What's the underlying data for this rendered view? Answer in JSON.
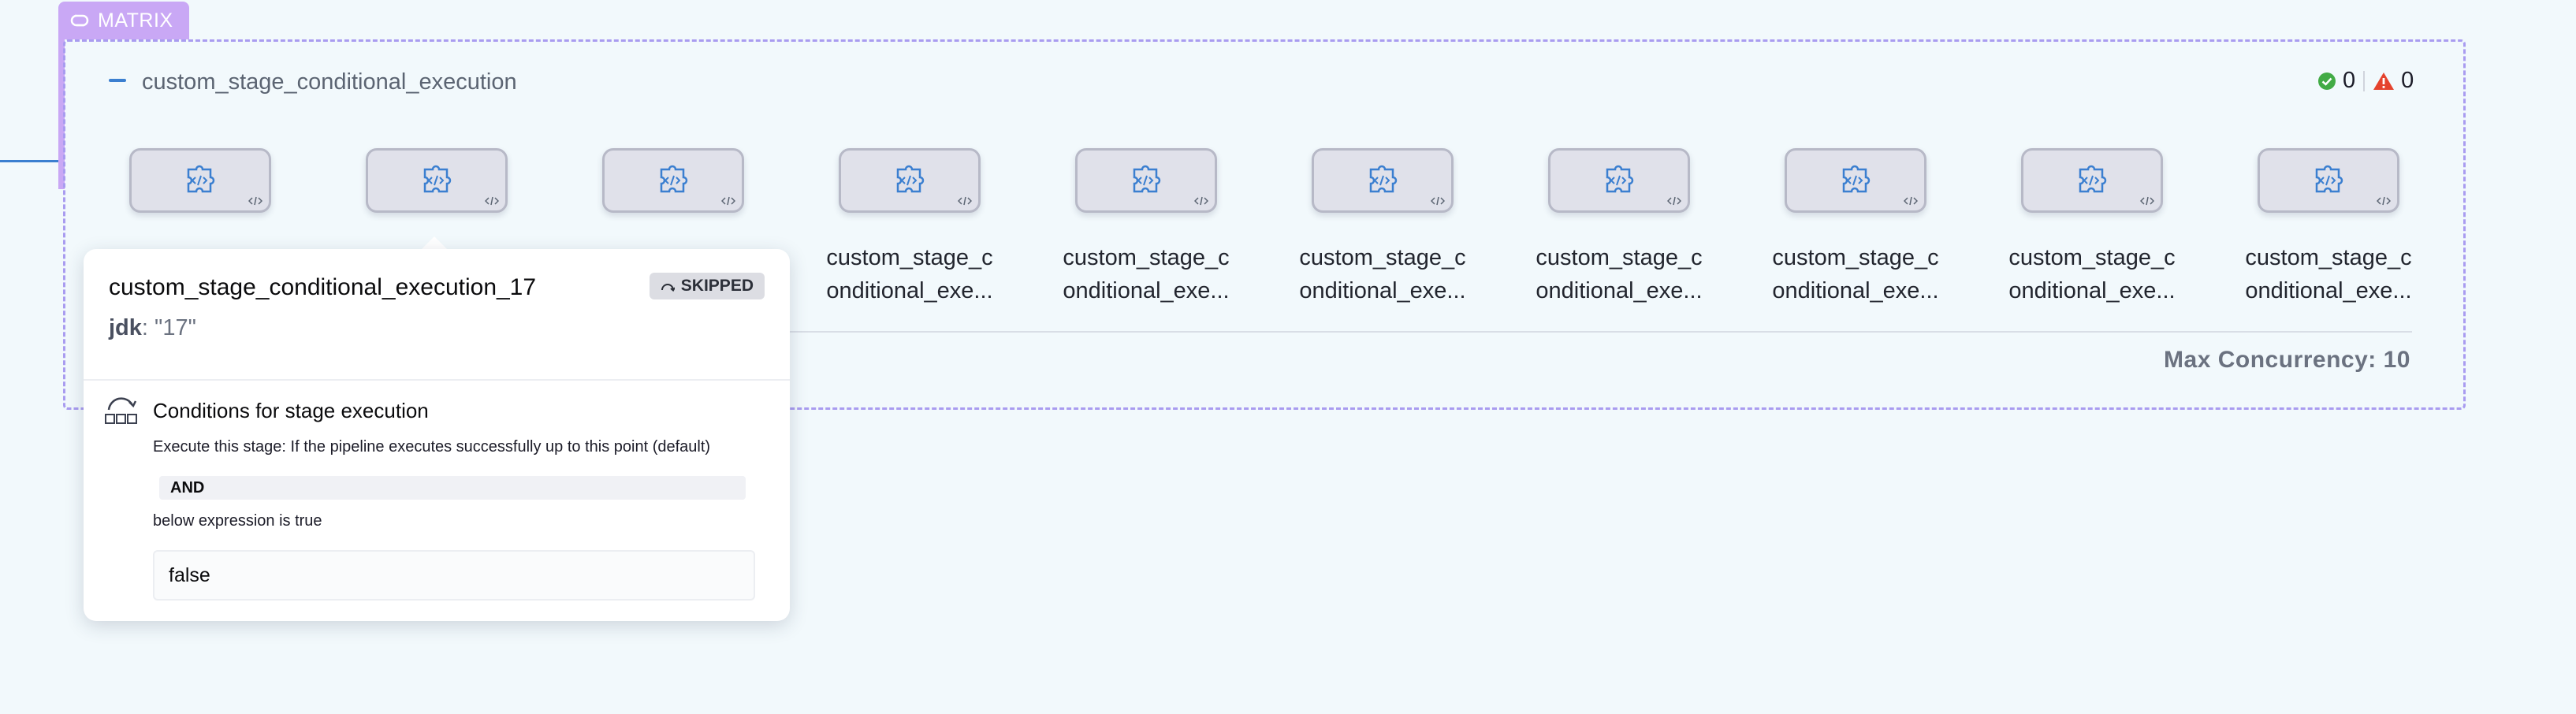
{
  "matrix_tag": {
    "label": "MATRIX"
  },
  "stage": {
    "title": "custom_stage_conditional_execution",
    "success_count": "0",
    "warning_count": "0",
    "max_concurrency": "Max Concurrency: 10"
  },
  "nodes": [
    {
      "label": ""
    },
    {
      "label": ""
    },
    {
      "label": ""
    },
    {
      "label": "custom_stage_c\nonditional_exe..."
    },
    {
      "label": "custom_stage_c\nonditional_exe..."
    },
    {
      "label": "custom_stage_c\nonditional_exe..."
    },
    {
      "label": "custom_stage_c\nonditional_exe..."
    },
    {
      "label": "custom_stage_c\nonditional_exe..."
    },
    {
      "label": "custom_stage_c\nonditional_exe..."
    },
    {
      "label": "custom_stage_c\nonditional_exe..."
    }
  ],
  "tooltip": {
    "title": "custom_stage_conditional_execution_17",
    "status": "SKIPPED",
    "param_key": "jdk",
    "param_value": ": \"17\"",
    "conditions_title": "Conditions for stage execution",
    "execute_text": "Execute this stage: If the pipeline executes successfully up to this point (default)",
    "and_label": "AND",
    "below_text": "below expression is true",
    "expression": "false"
  },
  "colors": {
    "accent": "#3b7fd0",
    "matrix": "#c9a8f5",
    "success": "#42ab45",
    "warning": "#e5432d"
  }
}
